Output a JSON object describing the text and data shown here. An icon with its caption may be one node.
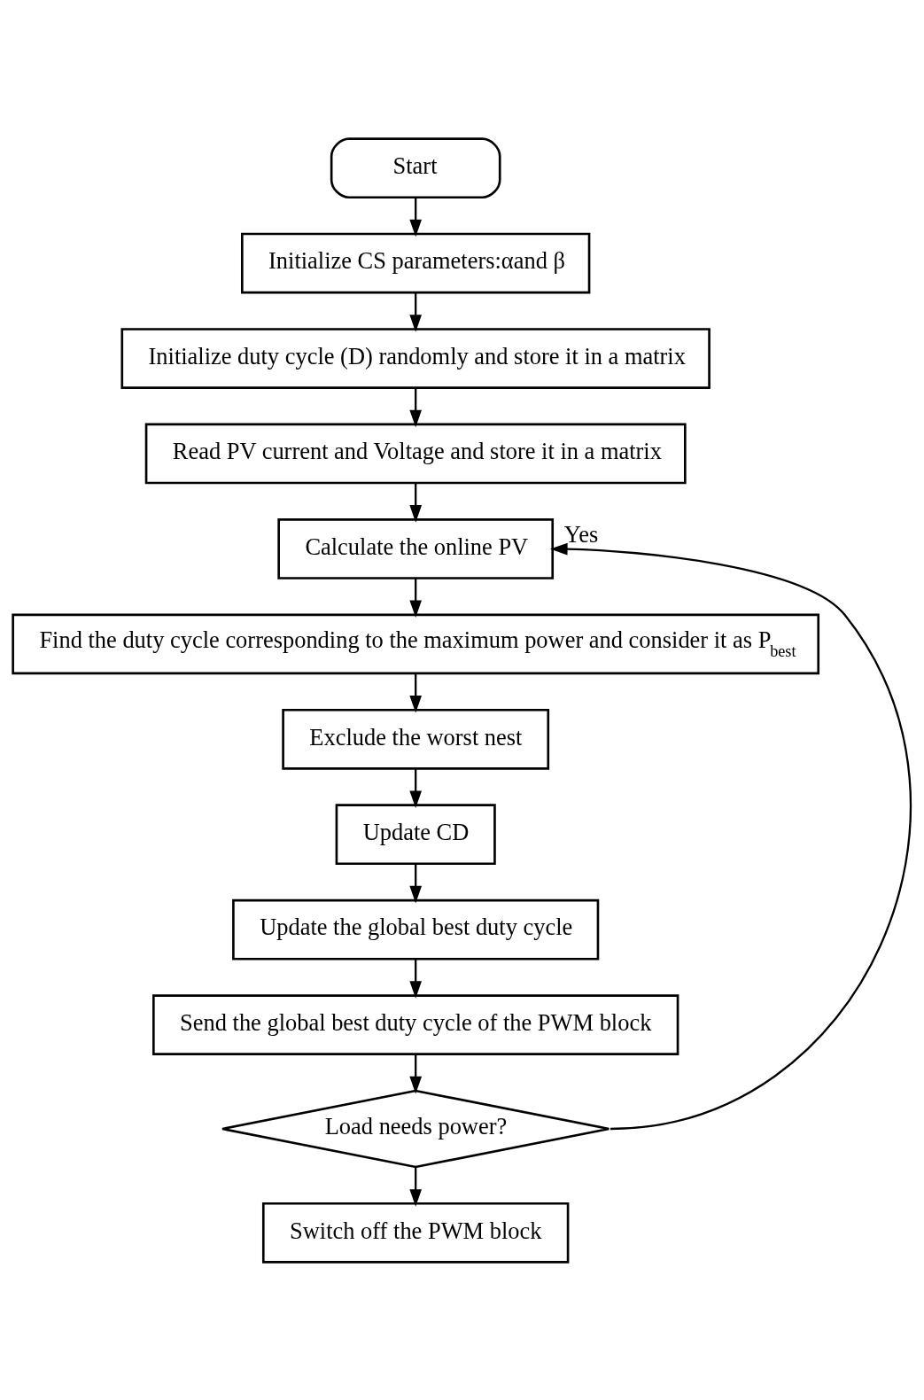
{
  "diagram": {
    "nodes": [
      {
        "text": [
          "Start"
        ]
      },
      {
        "text": [
          "Initialize CS parameters:αand β"
        ]
      },
      {
        "text": [
          "Initialize duty cycle (D) randomly and store it in a matrix"
        ]
      },
      {
        "text": [
          "Read PV current and Voltage and store it in a matrix"
        ]
      },
      {
        "text": [
          "Calculate the online PV"
        ]
      },
      {
        "text": [
          "Find the duty cycle corresponding to the maximum power and consider it as P$_{best}$"
        ]
      },
      {
        "text": [
          "Exclude the worst nest"
        ]
      },
      {
        "text": [
          "Update CD"
        ]
      },
      {
        "text": [
          "Update the global best duty cycle"
        ]
      },
      {
        "text": [
          "Send the global best duty cycle of the PWM block"
        ]
      },
      {
        "text": [
          "Load needs power?"
        ]
      },
      {
        "text": [
          "Switch off the PWM block"
        ]
      }
    ],
    "edges": [
      {
        "from": 0,
        "to": 1,
        "arrow": "to"
      },
      {
        "from": 1,
        "to": 2,
        "arrow": "to"
      },
      {
        "from": 2,
        "to": 3,
        "arrow": "to"
      },
      {
        "from": 3,
        "to": 4,
        "arrow": "to"
      },
      {
        "from": 4,
        "to": 5,
        "arrow": "to"
      },
      {
        "from": 5,
        "to": 6,
        "arrow": "to"
      },
      {
        "from": 6,
        "to": 7,
        "arrow": "to"
      },
      {
        "from": 7,
        "to": 8,
        "arrow": "to"
      },
      {
        "from": 8,
        "to": 9,
        "arrow": "to"
      },
      {
        "from": 9,
        "to": 10,
        "arrow": "to"
      },
      {
        "from": 10,
        "to": 11,
        "arrow": "to"
      },
      {
        "from": 10,
        "to": 4,
        "arrow": "to",
        "label": "Yes"
      }
    ]
  }
}
